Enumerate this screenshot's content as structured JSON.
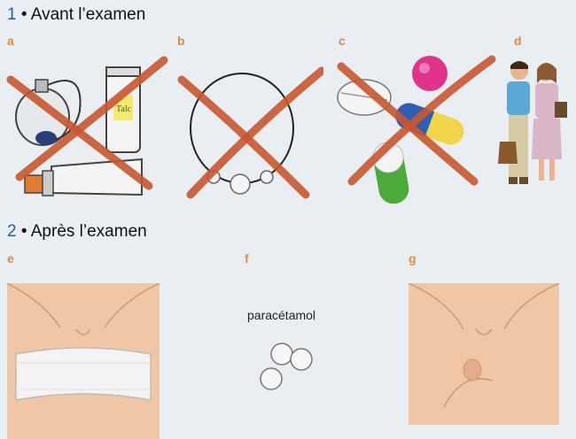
{
  "sections": [
    {
      "number": "1",
      "title": "Avant l’examen"
    },
    {
      "number": "2",
      "title": "Après l’examen"
    }
  ],
  "letters": [
    "a",
    "b",
    "c",
    "d",
    "e",
    "f",
    "g"
  ],
  "panel_f": {
    "label": "paracétamol"
  },
  "colors": {
    "title_number": "#1f5fae",
    "letter": "#e58a3a",
    "cross": "#c9552f",
    "skin": "#f1c6a4"
  },
  "icons": {
    "a": "perfume-deodorant-cream-icon",
    "b": "necklace-icon",
    "c": "pills-icon",
    "d": "couple-people-icon",
    "e": "chest-bandage-icon",
    "f": "tablets-icon",
    "g": "breast-chest-icon"
  }
}
